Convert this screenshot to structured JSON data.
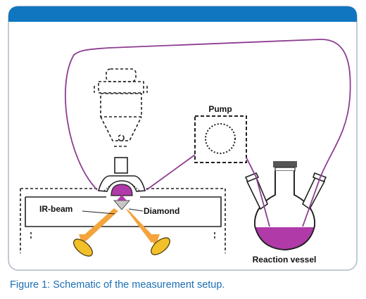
{
  "diagram": {
    "labels": {
      "pump": "Pump",
      "ir_beam": "IR-beam",
      "diamond": "Diamond",
      "reaction_vessel": "Reaction vessel"
    }
  },
  "caption": "Figure 1: Schematic of the measurement setup.",
  "colors": {
    "header_bar": "#1176c0",
    "frame_border": "#aeb8c4",
    "tubing": "#8d3d91",
    "liquid": "#b03aa8",
    "ir_beam": "#f3a43c",
    "mirror": "#f2c12a",
    "caption_text": "#1a6fb5"
  }
}
